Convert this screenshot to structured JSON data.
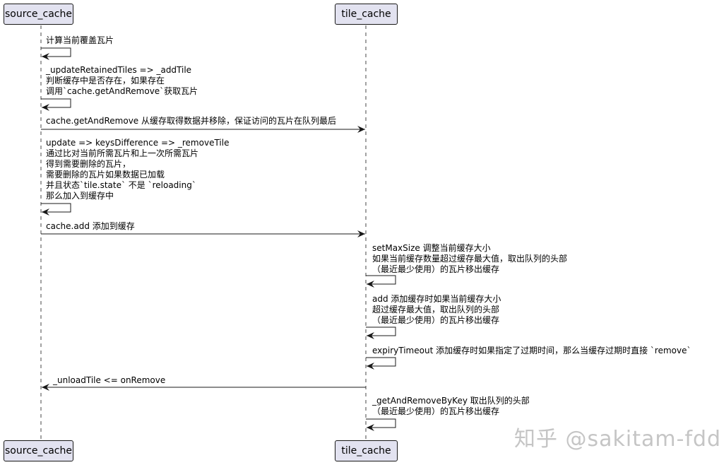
{
  "participants": {
    "source": "source_cache",
    "tile": "tile_cache"
  },
  "messages": [
    {
      "from": "source_cache",
      "to": "source_cache",
      "lines": [
        "计算当前覆盖瓦片"
      ]
    },
    {
      "from": "source_cache",
      "to": "source_cache",
      "lines": [
        "_updateRetainedTiles => _addTile",
        "判断缓存中是否存在，如果存在",
        "调用`cache.getAndRemove`获取瓦片"
      ]
    },
    {
      "from": "source_cache",
      "to": "tile_cache",
      "lines": [
        "cache.getAndRemove 从缓存取得数据并移除，保证访问的瓦片在队列最后"
      ]
    },
    {
      "from": "source_cache",
      "to": "source_cache",
      "lines": [
        "update => keysDifference => _removeTile",
        "通过比对当前所需瓦片和上一次所需瓦片",
        "得到需要删除的瓦片，",
        "需要删除的瓦片如果数据已加载",
        "并且状态`tile.state` 不是 `reloading`",
        "那么加入到缓存中"
      ]
    },
    {
      "from": "source_cache",
      "to": "tile_cache",
      "lines": [
        "cache.add 添加到缓存"
      ]
    },
    {
      "from": "tile_cache",
      "to": "tile_cache",
      "lines": [
        "setMaxSize 调整当前缓存大小",
        "如果当前缓存数量超过缓存最大值，取出队列的头部",
        "（最近最少使用）的瓦片移出缓存"
      ]
    },
    {
      "from": "tile_cache",
      "to": "tile_cache",
      "lines": [
        "add 添加缓存时如果当前缓存大小",
        "超过缓存最大值，取出队列的头部",
        "（最近最少使用）的瓦片移出缓存"
      ]
    },
    {
      "from": "tile_cache",
      "to": "tile_cache",
      "lines": [
        "expiryTimeout 添加缓存时如果指定了过期时间，那么当缓存过期时直接 `remove`"
      ]
    },
    {
      "from": "tile_cache",
      "to": "source_cache",
      "lines": [
        "_unloadTile <= onRemove"
      ]
    },
    {
      "from": "tile_cache",
      "to": "tile_cache",
      "lines": [
        "_getAndRemoveByKey 取出队列的头部",
        "（最近最少使用）的瓦片移出缓存"
      ]
    }
  ],
  "watermark": "知乎 @sakitam-fdd",
  "colors": {
    "participant_fill": "#e2e2f0",
    "line": "#181818"
  }
}
